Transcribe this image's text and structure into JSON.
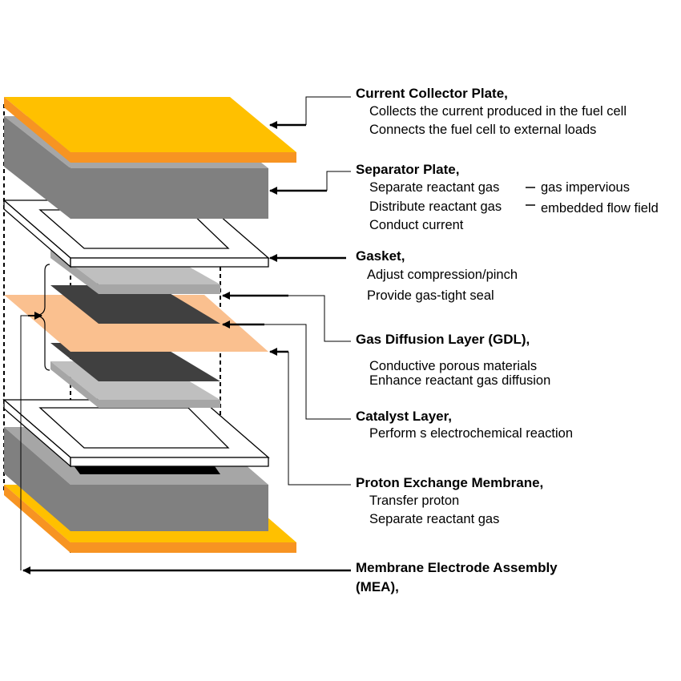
{
  "colors": {
    "gold": "#FFC000",
    "gold_edge": "#F79422",
    "gray_top": "#A6A6A6",
    "gray_side": "#808080",
    "light_gray": "#BFBFBF",
    "light_gray_side": "#A6A6A6",
    "dark_gray": "#404040",
    "black": "#000000",
    "membrane": "#FAC08F",
    "arrow": "#000000"
  },
  "components": [
    {
      "id": "current-collector",
      "icon": "current-collector-plate-icon",
      "title": "Current Collector Plate,",
      "lines": [
        "Collects the current produced in the fuel cell",
        "Connects the fuel cell to external loads"
      ]
    },
    {
      "id": "separator",
      "icon": "separator-plate-icon",
      "title": "Separator Plate,",
      "lines": [
        "Separate reactant gas",
        "Distribute reactant gas",
        "Conduct current"
      ],
      "notes": [
        "gas impervious",
        "embedded flow field"
      ]
    },
    {
      "id": "gasket",
      "icon": "gasket-icon",
      "title": "Gasket,",
      "lines": [
        "Adjust compression/pinch",
        "Provide gas-tight seal"
      ]
    },
    {
      "id": "gdl",
      "icon": "gas-diffusion-layer-icon",
      "title": "Gas Diffusion Layer (GDL),",
      "lines": [
        "Conductive porous materials",
        "Enhance reactant gas diffusion"
      ]
    },
    {
      "id": "catalyst",
      "icon": "catalyst-layer-icon",
      "title": "Catalyst Layer,",
      "lines": [
        "Perform s electrochemical reaction"
      ]
    },
    {
      "id": "pem",
      "icon": "proton-exchange-membrane-icon",
      "title": "Proton Exchange Membrane,",
      "lines": [
        "Transfer proton",
        "Separate reactant gas"
      ]
    },
    {
      "id": "mea",
      "icon": "mea-bracket-icon",
      "title": "Membrane Electrode Assembly",
      "title2": "(MEA),",
      "lines": []
    }
  ]
}
